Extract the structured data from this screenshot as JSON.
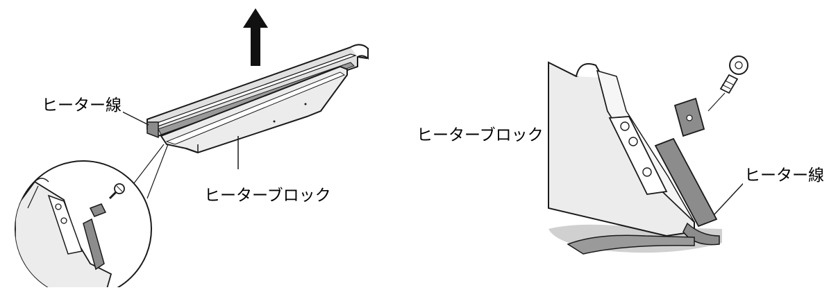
{
  "labels": {
    "left_heater_wire": "ヒーター線",
    "left_heater_block": "ヒーターブロック",
    "right_heater_block": "ヒーターブロック",
    "right_heater_wire": "ヒーター線"
  },
  "colors": {
    "line": "#1a1a1a",
    "part_fill": "#ececec",
    "wire_fill": "#8c8c8c",
    "shadow_fill": "#d0d0d0",
    "arrow_fill": "#111111"
  }
}
